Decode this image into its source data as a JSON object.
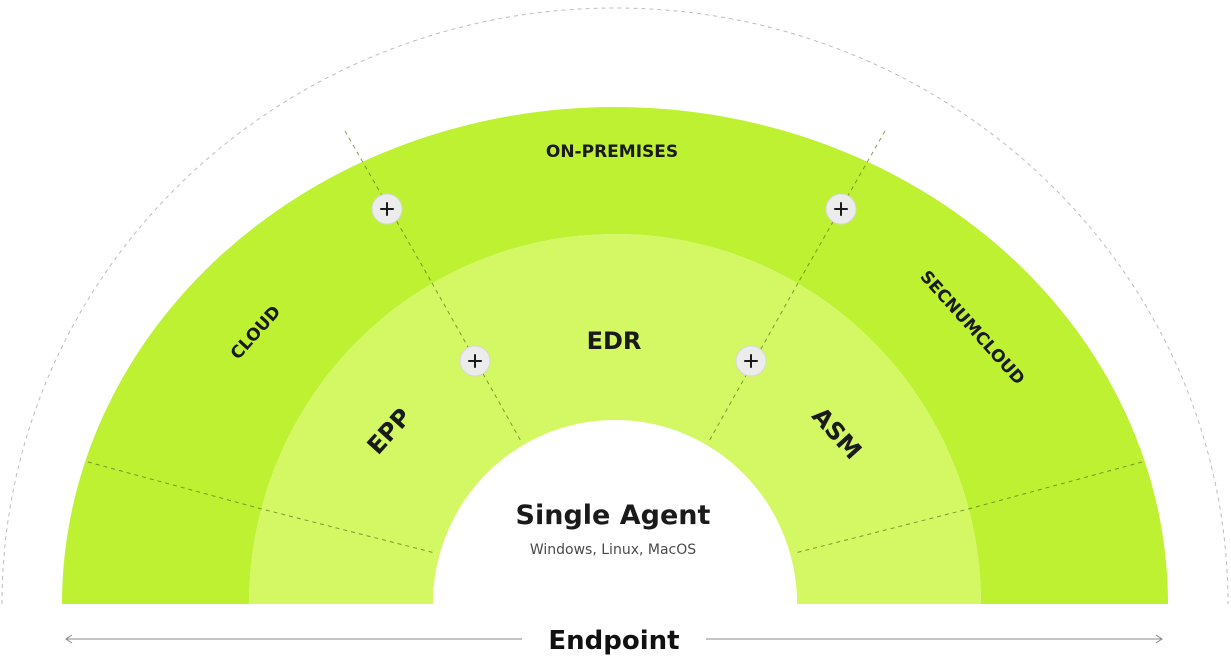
{
  "outer_ring": {
    "segments": [
      "CLOUD",
      "ON-PREMISES",
      "SECNUMCLOUD"
    ]
  },
  "inner_ring": {
    "segments": [
      "EPP",
      "EDR",
      "ASM"
    ]
  },
  "center": {
    "title": "Single Agent",
    "subtitle": "Windows, Linux, MacOS"
  },
  "axis": {
    "label": "Endpoint"
  },
  "colors": {
    "outer_ring": "#bdf132",
    "inner_ring": "#d3f864",
    "center": "#ffffff",
    "text": "#1a1a1a"
  },
  "icons": {
    "expand": "plus-icon"
  }
}
